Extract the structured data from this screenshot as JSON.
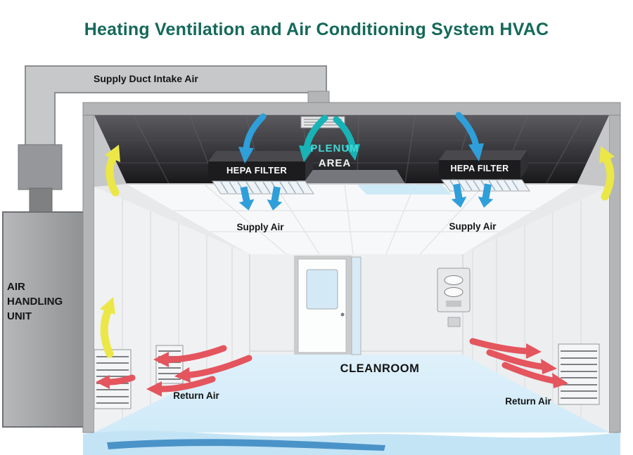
{
  "title": "Heating Ventilation and Air Conditioning System HVAC",
  "labels": {
    "supply_duct": "Supply Duct Intake Air",
    "air_handling_unit": "AIR HANDLING UNIT",
    "hepa_filter": "HEPA FILTER",
    "plenum_line1": "PLENUM",
    "plenum_line2": "AREA",
    "supply_air": "Supply Air",
    "cleanroom": "CLEANROOM",
    "return_air": "Return Air"
  },
  "colors": {
    "title": "#14695a",
    "supply_arrow": "#2f9fd9",
    "plenum_arrow": "#17b3b6",
    "recirculation_arrow": "#eae747",
    "return_arrow": "#e4555e",
    "floor": "#d6edf9",
    "duct": "#c7c8ca",
    "ceiling_dark": "#26262a",
    "hepa_box": "#1c1c1f",
    "plenum_text": "#43d8d6",
    "hepa_text": "#ffffff",
    "label_text": "#141414"
  }
}
